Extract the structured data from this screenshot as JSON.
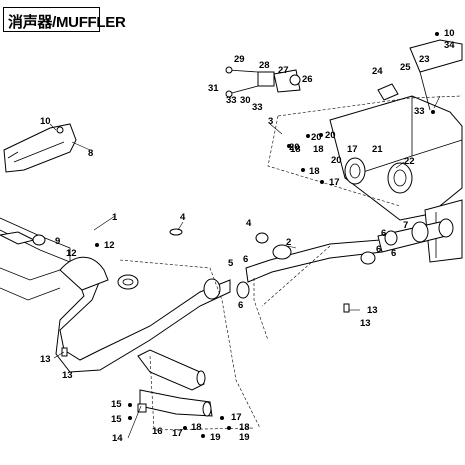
{
  "title": "消声器/MUFFLER",
  "callouts": {
    "c1": "1",
    "c2": "2",
    "c3": "3",
    "c4a": "4",
    "c4b": "4",
    "c5": "5",
    "c6a": "6",
    "c6b": "6",
    "c6c": "6",
    "c6d": "6",
    "c6e": "6",
    "c7": "7",
    "c8": "8",
    "c9": "9",
    "c10a": "10",
    "c10b": "10",
    "c12a": "12",
    "c12b": "12",
    "c13a": "13",
    "c13b": "13",
    "c13c": "13",
    "c13d": "13",
    "c14": "14",
    "c15a": "15",
    "c15b": "15",
    "c16": "16",
    "c17a": "17",
    "c17b": "17",
    "c17c": "17",
    "c17d": "17",
    "c18a": "18",
    "c18b": "18",
    "c18c": "18",
    "c18d": "18",
    "c18e": "18",
    "c19a": "19",
    "c19b": "19",
    "c20a": "20",
    "c20b": "20",
    "c20c": "20",
    "c20d": "20",
    "c21": "21",
    "c22": "22",
    "c23": "23",
    "c24": "24",
    "c25": "25",
    "c26": "26",
    "c27": "27",
    "c28": "28",
    "c29": "29",
    "c30": "30",
    "c31": "31",
    "c33a": "33",
    "c33b": "33",
    "c33c": "33",
    "c34": "34"
  }
}
